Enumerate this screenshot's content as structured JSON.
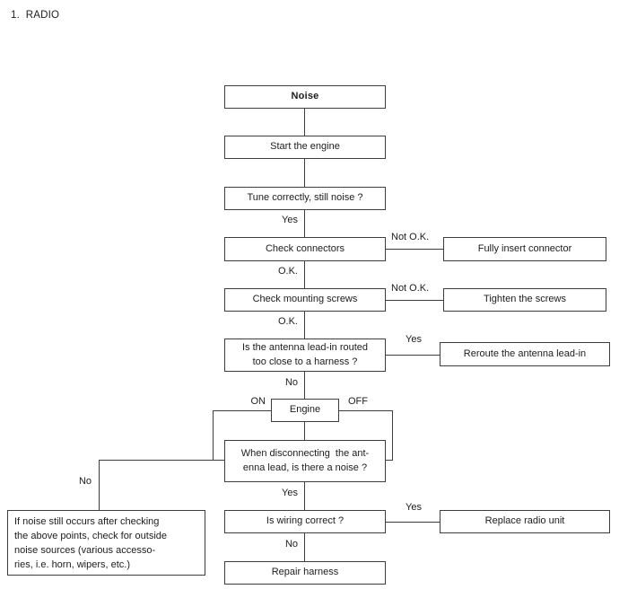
{
  "page": {
    "title": "1.  RADIO"
  },
  "flowchart": {
    "boxes": {
      "noise": "Noise",
      "start_engine": "Start the engine",
      "tune": "Tune correctly, still noise ?",
      "check_connectors": "Check connectors",
      "fully_insert": "Fully insert connector",
      "check_screws": "Check mounting screws",
      "tighten_screws": "Tighten the screws",
      "antenna_routed": "Is the antenna lead-in routed\ntoo close to a harness ?",
      "reroute": "Reroute the antenna lead-in",
      "engine": "Engine",
      "disconnect": "When disconnecting  the ant-\nenna lead, is there a noise ?",
      "wiring": "Is wiring correct ?",
      "replace_radio": "Replace radio unit",
      "repair_harness": "Repair harness",
      "note": "If noise still occurs after checking\nthe above points, check for outside\nnoise sources (various accesso-\nries, i.e. horn, wipers, etc.)"
    },
    "labels": {
      "yes_tune": "Yes",
      "not_ok_connectors": "Not O.K.",
      "ok_connectors": "O.K.",
      "not_ok_screws": "Not O.K.",
      "ok_screws": "O.K.",
      "yes_antenna": "Yes",
      "no_antenna": "No",
      "on": "ON",
      "off": "OFF",
      "no_disconnect": "No",
      "yes_disconnect": "Yes",
      "yes_wiring": "Yes",
      "no_wiring": "No"
    }
  }
}
